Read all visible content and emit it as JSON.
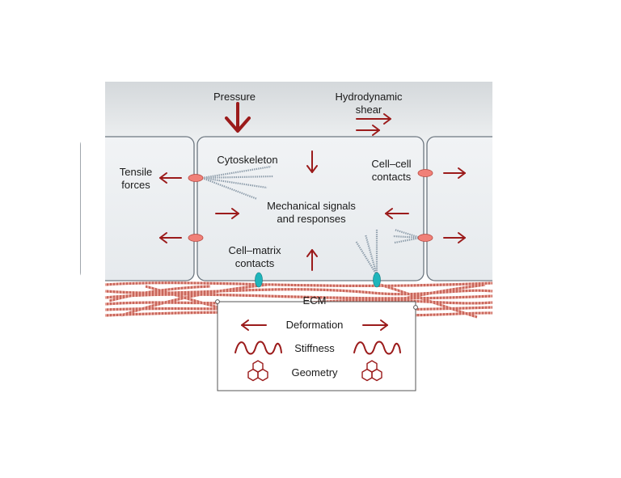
{
  "labels": {
    "pressure": "Pressure",
    "hydro_line1": "Hydrodynamic",
    "hydro_line2": "shear",
    "tensile_line1": "Tensile",
    "tensile_line2": "forces",
    "cytoskeleton": "Cytoskeleton",
    "cellcell_line1": "Cell–cell",
    "cellcell_line2": "contacts",
    "mech_line1": "Mechanical signals",
    "mech_line2": "and responses",
    "cellmatrix_line1": "Cell–matrix",
    "cellmatrix_line2": "contacts",
    "ecm": "ECM",
    "deformation": "Deformation",
    "stiffness": "Stiffness",
    "geometry": "Geometry"
  },
  "colors": {
    "arrow": "#9b1b1b",
    "fiber": "#d98378",
    "junction": "#f08078",
    "focal_adhesion": "#1fb5bb",
    "cytoskeleton": "#8a9aa8",
    "cell_fill": "#eef1f3",
    "cell_stroke": "#6d7780"
  }
}
